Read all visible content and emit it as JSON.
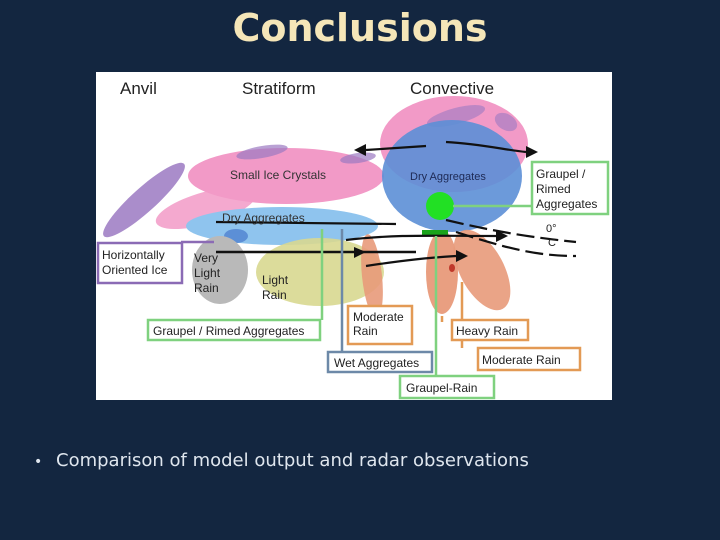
{
  "slide": {
    "title": "Conclusions",
    "bullet": "Comparison of model output and radar observations"
  },
  "diagram": {
    "headers": {
      "anvil": "Anvil",
      "stratiform": "Stratiform",
      "convective": "Convective"
    },
    "regions": {
      "small_ice": "Small Ice Crystals",
      "dry_agg_conv": "Dry Aggregates",
      "dry_agg_strat": "Dry Aggregates",
      "very_light_rain": [
        "Very",
        "Light",
        "Rain"
      ],
      "light_rain": [
        "Light",
        "Rain"
      ]
    },
    "freezing_level": [
      "0°",
      "C"
    ],
    "boxes": {
      "horizontal_ice": [
        "Horizontally",
        "Oriented Ice"
      ],
      "graupel_rimed_top": [
        "Graupel /",
        "Rimed",
        "Aggregates"
      ],
      "graupel_rimed_bottom": "Graupel / Rimed Aggregates",
      "moderate_rain_left": [
        "Moderate",
        "Rain"
      ],
      "heavy_rain": "Heavy Rain",
      "wet_aggregates": "Wet Aggregates",
      "moderate_rain_right": "Moderate Rain",
      "graupel_rain": "Graupel-Rain"
    },
    "colors": {
      "pink": "#f29ac7",
      "purple": "#9b79c2",
      "blue": "#5c8fd6",
      "light_blue": "#8fc4ee",
      "green": "#22e024",
      "yellow": "#d8d890",
      "gray": "#b9b9b9",
      "salmon": "#e89a7a",
      "box_green": "#7fd17f",
      "box_purple": "#8b6bb5",
      "box_orange": "#e39a55",
      "box_slate": "#6d89a8"
    }
  }
}
